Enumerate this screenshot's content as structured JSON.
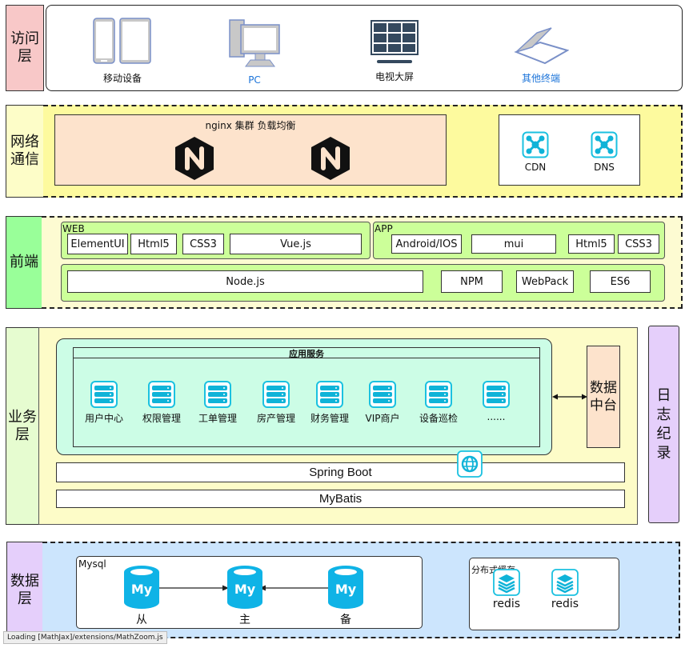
{
  "layers": {
    "access": {
      "label": "访问\n层",
      "label_color": "#f8c8c8",
      "items": [
        {
          "label": "移动设备",
          "icon": "mobile-tablet-icon"
        },
        {
          "label": "PC",
          "icon": "desktop-computer-icon",
          "highlight": true
        },
        {
          "label": "电视大屏",
          "icon": "tv-screen-icon"
        },
        {
          "label": "其他终端",
          "icon": "scanner-icon",
          "highlight": true
        }
      ]
    },
    "network": {
      "label": "网络\n通信",
      "label_color": "#fdfdc8",
      "bg_color": "#fdfa9e",
      "nginx": {
        "title": "nginx 集群 负载均衡",
        "nodes": [
          "N",
          "N"
        ],
        "bg_color": "#fde3cc"
      },
      "edge": [
        {
          "label": "CDN",
          "icon": "network-hub-icon"
        },
        {
          "label": "DNS",
          "icon": "network-hub-icon"
        }
      ]
    },
    "frontend": {
      "label": "前端",
      "label_color": "#99ff99",
      "bg_color": "#fdfbd2",
      "panel_color": "#ccff99",
      "web": {
        "title": "WEB",
        "items": [
          "ElementUI",
          "Html5",
          "CSS3",
          "Vue.js"
        ]
      },
      "app": {
        "title": "APP",
        "items": [
          "Android/IOS",
          "mui",
          "Html5",
          "CSS3"
        ]
      },
      "base": {
        "items": [
          "Node.js",
          "NPM",
          "WebPack",
          "ES6"
        ]
      }
    },
    "business": {
      "label": "业务\n层",
      "label_color": "#e6fcd0",
      "bg_color": "#fdfcc8",
      "services": {
        "title": "应用服务",
        "bg_color": "#ccfde6",
        "items": [
          "用户中心",
          "权限管理",
          "工单管理",
          "房产管理",
          "财务管理",
          "VIP商户",
          "设备巡检",
          "......"
        ]
      },
      "data_center": "数据\n中台",
      "spring_boot": "Spring Boot",
      "mybatis": "MyBatis"
    },
    "logging": {
      "label": "日\n志\n纪\n录",
      "color": "#e5cffb"
    },
    "data": {
      "label": "数据\n层",
      "label_color": "#e5cffb",
      "bg_color": "#cce5fd",
      "mysql": {
        "title": "Mysql",
        "nodes": [
          {
            "label": "从"
          },
          {
            "label": "主"
          },
          {
            "label": "备"
          }
        ],
        "icon_text": "My"
      },
      "cache": {
        "title": "分布式缓存",
        "items": [
          "redis",
          "redis"
        ]
      }
    }
  },
  "status_bar": "Loading [MathJax]/extensions/MathZoom.js",
  "colors": {
    "accent_cyan": "#0fb3d8",
    "link_blue": "#1a73d9"
  }
}
